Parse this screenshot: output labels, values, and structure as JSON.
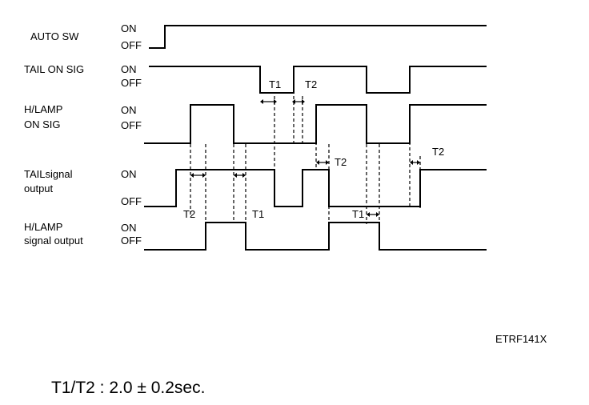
{
  "signals": [
    {
      "name": "AUTO SW",
      "on": "ON",
      "off": "OFF"
    },
    {
      "name": "TAIL ON SIG",
      "on": "ON",
      "off": "OFF"
    },
    {
      "name_lines": [
        "H/LAMP",
        "ON SIG"
      ],
      "on": "ON",
      "off": "OFF"
    },
    {
      "name_lines": [
        "TAILsignal",
        "output"
      ],
      "on": "ON",
      "off": "OFF"
    },
    {
      "name_lines": [
        "H/LAMP",
        "signal output"
      ],
      "on": "ON",
      "off": "OFF"
    }
  ],
  "timing_labels": {
    "t1": "T1",
    "t2": "T2"
  },
  "figure_code": "ETRF141X",
  "formula": "T1/T2 : 2.0 ± 0.2sec."
}
